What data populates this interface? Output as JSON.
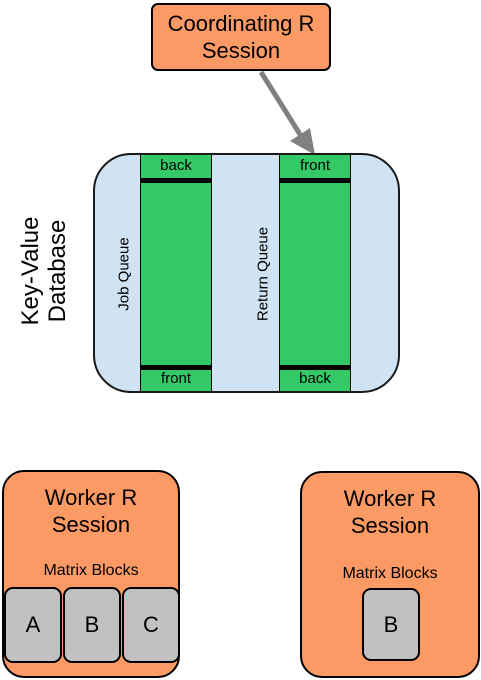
{
  "coordinator": {
    "label": "Coordinating R\nSession"
  },
  "database": {
    "label_line1": "Key-Value",
    "label_line2": "Database",
    "job_queue": {
      "label": "Job Queue",
      "top": "back",
      "bottom": "front"
    },
    "return_queue": {
      "label": "Return Queue",
      "top": "front",
      "bottom": "back"
    }
  },
  "worker_left": {
    "title_line1": "Worker R",
    "title_line2": "Session",
    "blocks_label": "Matrix Blocks",
    "blocks": [
      "A",
      "B",
      "C"
    ]
  },
  "worker_right": {
    "title_line1": "Worker R",
    "title_line2": "Session",
    "blocks_label": "Matrix Blocks",
    "blocks": [
      "B"
    ]
  },
  "colors": {
    "session_fill": "#fc9a66",
    "database_fill": "#cfe3f3",
    "queue_fill": "#35c867",
    "block_fill": "#c1c1c1",
    "arrow": "#808080"
  }
}
